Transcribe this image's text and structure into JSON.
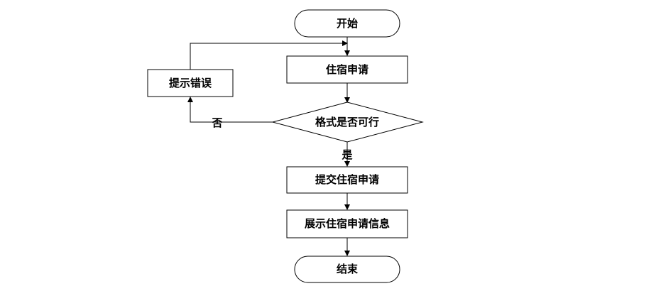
{
  "flowchart": {
    "nodes": {
      "start": "开始",
      "apply": "住宿申请",
      "error": "提示错误",
      "check": "格式是否可行",
      "submit": "提交住宿申请",
      "display": "展示住宿申请信息",
      "end": "结束"
    },
    "edges": {
      "no": "否",
      "yes": "是"
    }
  }
}
